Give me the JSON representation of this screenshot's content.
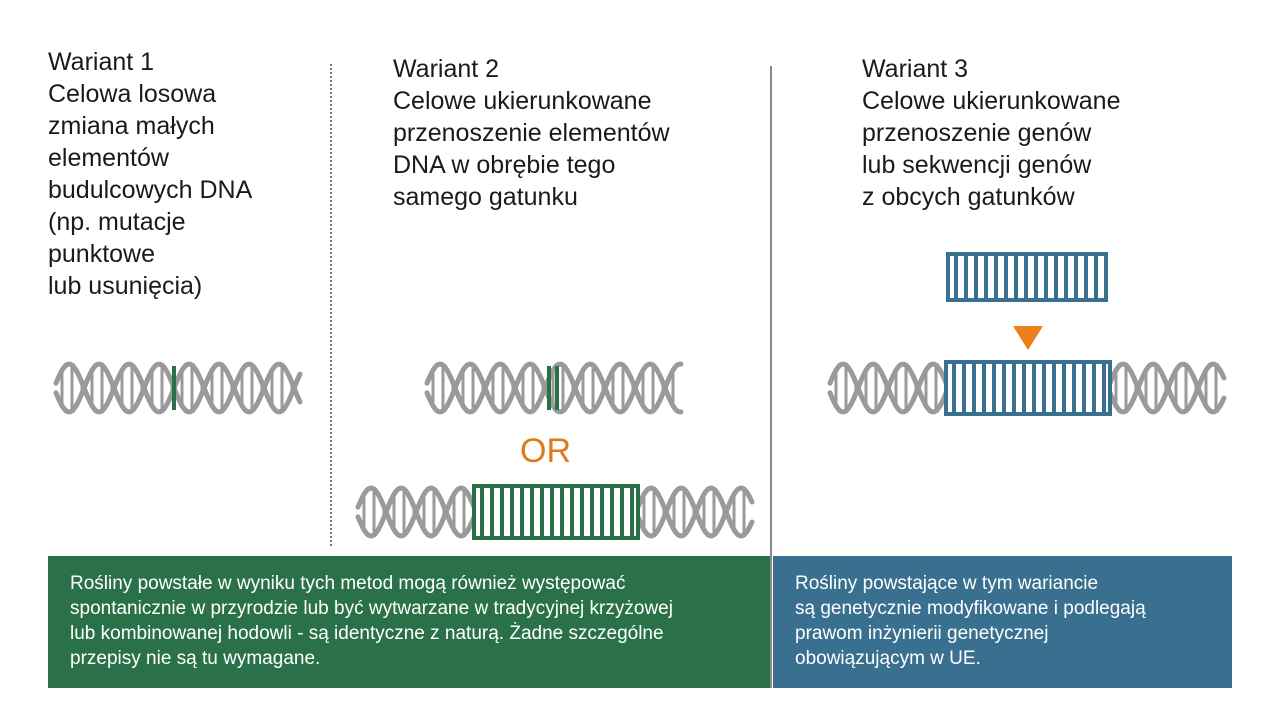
{
  "variants": [
    {
      "title": "Wariant 1",
      "lines": [
        "Celowa losowa",
        "zmiana małych",
        "elementów",
        "budulcowych DNA",
        "(np. mutacje",
        "punktowe",
        "lub usunięcia)"
      ]
    },
    {
      "title": "Wariant 2",
      "lines": [
        "Celowe ukierunkowane",
        "przenoszenie elementów",
        "DNA w obrębie tego",
        "samego gatunku"
      ]
    },
    {
      "title": "Wariant 3",
      "lines": [
        "Celowe ukierunkowane",
        "przenoszenie genów",
        "lub sekwencji genów",
        "z obcych gatunków"
      ]
    }
  ],
  "or_label": "OR",
  "boxes": {
    "left": [
      "Rośliny powstałe w wyniku tych metod mogą również występować",
      "spontanicznie w przyrodzie lub być wytwarzane w tradycyjnej krzyżowej",
      "lub kombinowanej hodowli - są identyczne z naturą. Żadne szczególne",
      "przepisy nie są tu wymagane."
    ],
    "right": [
      "Rośliny powstające w tym wariancie",
      "są genetycznie modyfikowane i podlegają",
      "prawom inżynierii genetycznej",
      "obowiązującym w UE."
    ]
  },
  "colors": {
    "dna_gray": "#9a9a9a",
    "green": "#2a7149",
    "blue": "#39708f",
    "orange": "#e07b1a"
  },
  "icons": [
    "dna-helix-icon",
    "gene-segment-icon",
    "arrow-down-icon"
  ]
}
